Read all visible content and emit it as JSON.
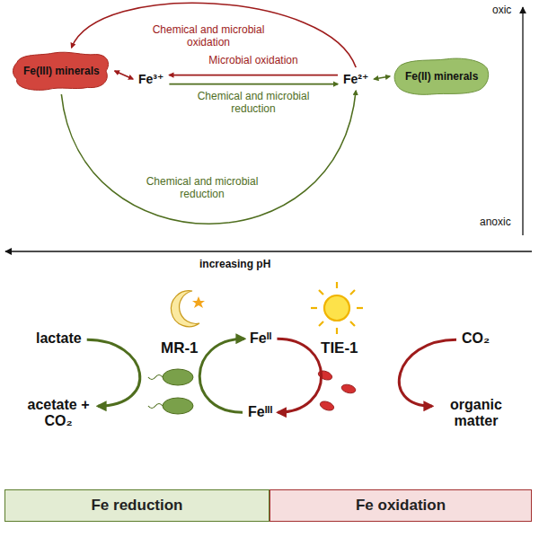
{
  "diagram": {
    "nodes": [
      {
        "text": [
          "Fe(III) minerals"
        ]
      },
      {
        "text": [
          "Fe³⁺"
        ]
      },
      {
        "text": [
          "Fe²⁺"
        ]
      },
      {
        "text": [
          "Fe(II) minerals"
        ]
      },
      {
        "text": [
          "lactate"
        ]
      },
      {
        "text": [
          "acetate + CO₂"
        ]
      },
      {
        "text": [
          "Feᴵᴵ"
        ]
      },
      {
        "text": [
          "Feᴵᴵᴵ"
        ]
      },
      {
        "text": [
          "CO₂"
        ]
      },
      {
        "text": [
          "organic matter"
        ]
      },
      {
        "text": [
          "Fe reduction"
        ]
      },
      {
        "text": [
          "Fe oxidation"
        ]
      }
    ],
    "edges": [
      {
        "from": 0,
        "to": 1,
        "arrow": "both"
      },
      {
        "from": 2,
        "to": 1,
        "label": "Microbial oxidation",
        "arrow": "to"
      },
      {
        "from": 1,
        "to": 2,
        "label": "Chemical and microbial reduction",
        "arrow": "to"
      },
      {
        "from": 2,
        "to": 3,
        "arrow": "both"
      },
      {
        "from": 2,
        "to": 0,
        "label": "Chemical and microbial oxidation",
        "arrow": "to"
      },
      {
        "from": 0,
        "to": 2,
        "label": "Chemical and microbial reduction",
        "arrow": "to"
      },
      {
        "from": 4,
        "to": 5,
        "arrow": "to"
      },
      {
        "from": 7,
        "to": 6,
        "arrow": "to"
      },
      {
        "from": 6,
        "to": 7,
        "arrow": "to"
      },
      {
        "from": 8,
        "to": 9,
        "arrow": "to"
      }
    ],
    "labels": [
      "oxic",
      "anoxic",
      "increasing pH",
      "MR-1",
      "TIE-1"
    ]
  }
}
